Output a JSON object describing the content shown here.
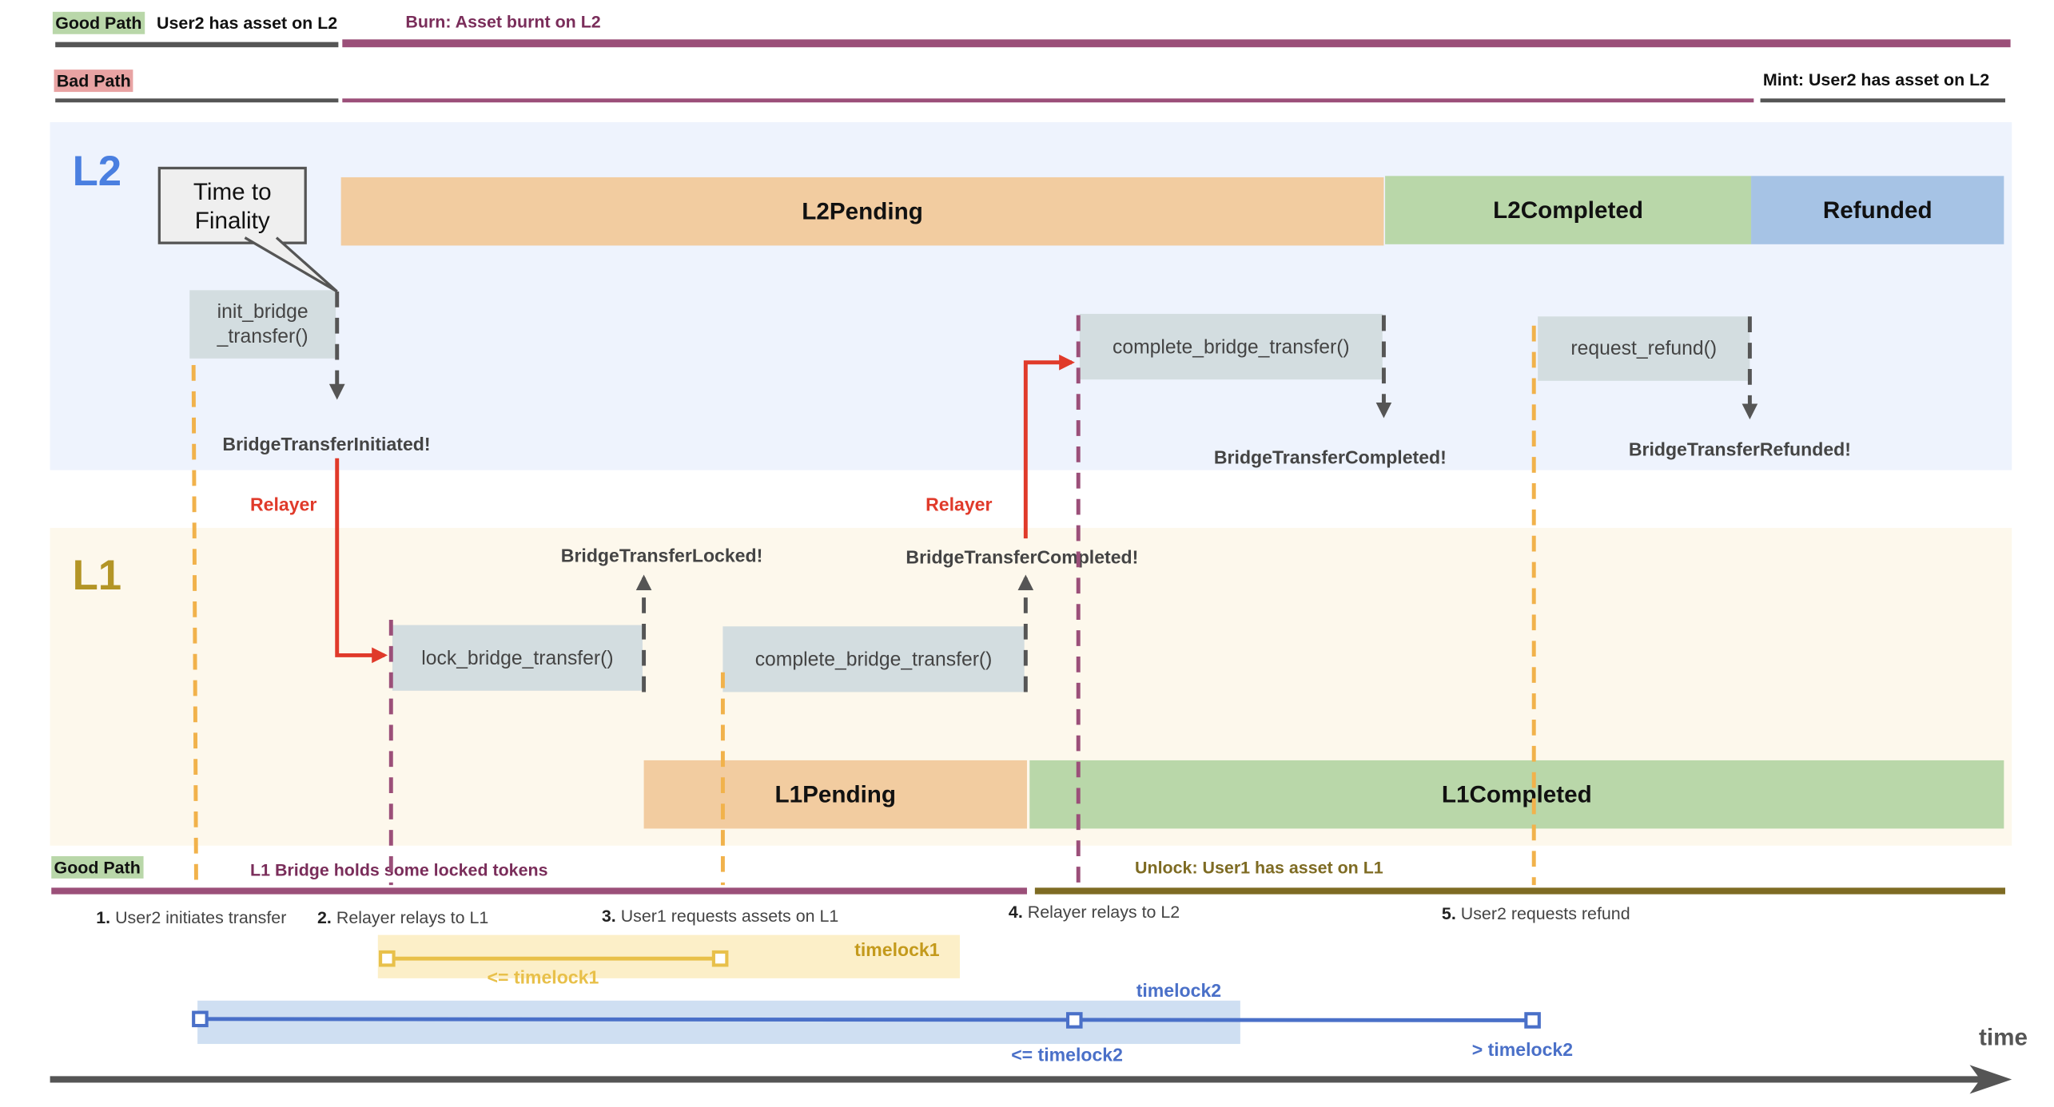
{
  "top_paths": {
    "good_path_tag": "Good Path",
    "good_path_label": "User2 has asset on L2",
    "burn_label": "Burn: Asset burnt on L2",
    "bad_path_tag": "Bad Path",
    "mint_label": "Mint: User2 has asset on L2"
  },
  "lanes": {
    "l2": "L2",
    "l1": "L1"
  },
  "time_to_finality": "Time to\nFinality",
  "states": {
    "l2_pending": "L2Pending",
    "l2_completed": "L2Completed",
    "refunded": "Refunded",
    "l1_pending": "L1Pending",
    "l1_completed": "L1Completed"
  },
  "functions": {
    "init_bridge_transfer": "init_bridge\n_transfer()",
    "complete_bridge_transfer_l2": "complete_bridge_transfer()",
    "request_refund": "request_refund()",
    "lock_bridge_transfer": "lock_bridge_transfer()",
    "complete_bridge_transfer_l1": "complete_bridge_transfer()"
  },
  "events": {
    "initiated": "BridgeTransferInitiated!",
    "completed_l2": "BridgeTransferCompleted!",
    "refunded": "BridgeTransferRefunded!",
    "locked": "BridgeTransferLocked!",
    "completed_l1": "BridgeTransferCompleted!"
  },
  "relayer_labels": [
    "Relayer",
    "Relayer"
  ],
  "bottom_paths": {
    "good_path_tag": "Good Path",
    "locked_label": "L1 Bridge holds some locked tokens",
    "unlock_label": "Unlock: User1 has asset on L1"
  },
  "steps": [
    {
      "num": "1.",
      "text": "User2 initiates transfer"
    },
    {
      "num": "2.",
      "text": "Relayer relays to L1"
    },
    {
      "num": "3.",
      "text": "User1 requests assets on L1"
    },
    {
      "num": "4.",
      "text": "Relayer relays to L2"
    },
    {
      "num": "5.",
      "text": "User2 requests refund"
    }
  ],
  "timelocks": {
    "timelock1_title": "timelock1",
    "timelock1_range": "<= timelock1",
    "timelock2_title": "timelock2",
    "timelock2_within": "<= timelock2",
    "timelock2_after": "> timelock2"
  },
  "time_axis_label": "time",
  "colors": {
    "l2_background": "#eef3fd",
    "l1_background": "#fdf8ec",
    "pending": "#f2cca0",
    "completed": "#b9d7a9",
    "refunded": "#a6c3e5",
    "function_box": "#d3dde0",
    "relayer_red": "#e03a2a",
    "purple_line": "#9b4f79",
    "olive_line": "#7e6b23",
    "dashed_orange": "#f1b24b",
    "timelock1_fill": "#fcefc8",
    "timelock1_line": "#e8c04a",
    "timelock2_fill": "#cfdff2",
    "timelock2_line": "#4a70c8"
  }
}
